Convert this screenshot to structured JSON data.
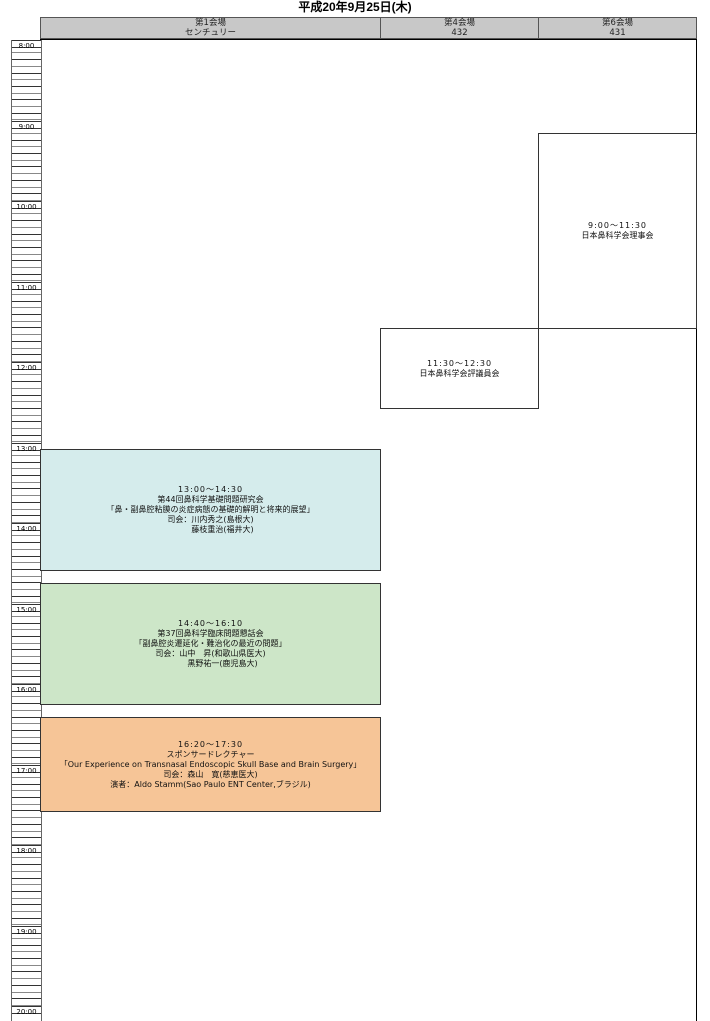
{
  "title": "平成20年9月25日(木)",
  "rooms": [
    {
      "name": "第1会場",
      "sub": "センチュリー"
    },
    {
      "name": "第4会場",
      "sub": "432"
    },
    {
      "name": "第6会場",
      "sub": "431"
    }
  ],
  "hours": [
    "8:00",
    "9:00",
    "10:00",
    "11:00",
    "12:00",
    "13:00",
    "14:00",
    "15:00",
    "16:00",
    "17:00",
    "18:00",
    "19:00",
    "20:00"
  ],
  "events": [
    {
      "time": "9:00〜11:30",
      "lines": [
        "日本鼻科学会理事会"
      ],
      "color": "#ffffff"
    },
    {
      "time": "11:30〜12:30",
      "lines": [
        "日本鼻科学会評議員会"
      ],
      "color": "#ffffff"
    },
    {
      "time": "13:00〜14:30",
      "lines": [
        "第44回鼻科学基礎問題研究会",
        "「鼻・副鼻腔粘膜の炎症病態の基礎的解明と将来的展望」",
        "司会：川内秀之(島根大)",
        "　　　藤枝重治(福井大)"
      ],
      "color": "#d5ecec"
    },
    {
      "time": "14:40〜16:10",
      "lines": [
        "第37回鼻科学臨床問題懇話会",
        "「副鼻腔炎遷延化・難治化の最近の問題」",
        "司会：山中　昇(和歌山県医大)",
        "　　　黒野祐一(鹿児島大)"
      ],
      "color": "#cde6c8"
    },
    {
      "time": "16:20〜17:30",
      "lines": [
        "スポンサードレクチャー",
        "「Our Experience on Transnasal Endoscopic Skull Base and Brain Surgery」",
        "司会：森山　寛(慈恵医大)",
        "演者：Aldo Stamm(Sao Paulo ENT Center,ブラジル)"
      ],
      "color": "#f6c597"
    }
  ]
}
